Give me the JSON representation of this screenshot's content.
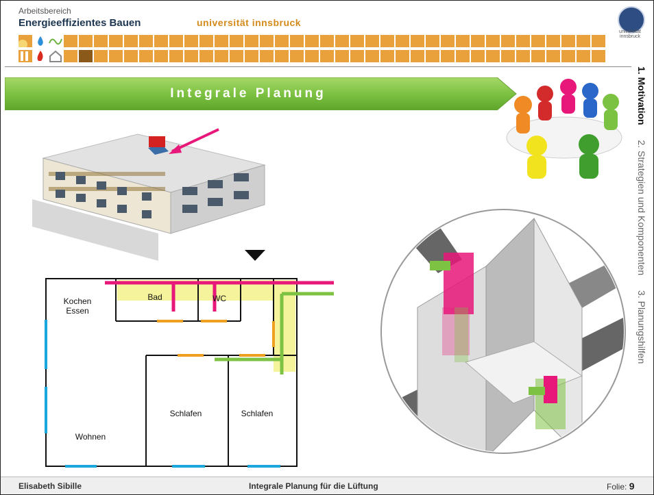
{
  "header": {
    "dept_line": "Arbeitsbereich",
    "dept_name": "Energieeffizientes Bauen",
    "university": "universität innsbruck",
    "seal_caption": "universität innsbruck",
    "accent_color": "#e9a23b"
  },
  "banner": {
    "title": "Integrale Planung",
    "color": "#7dc242"
  },
  "sidebar": {
    "items": [
      {
        "label": "1. Motivation",
        "active": true
      },
      {
        "label": "2. Strategien und Komponenten",
        "active": false
      },
      {
        "label": "3. Planungshilfen",
        "active": false
      }
    ]
  },
  "floorplan": {
    "rooms": [
      "Kochen\nEssen",
      "Bad",
      "WC",
      "Schlafen",
      "Schlafen",
      "Wohnen"
    ],
    "colors": {
      "exhaust": "#e8177a",
      "supply": "#7dc242",
      "window": "#1aa7dd",
      "door": "#f0a020",
      "shaft": "#f5f39b"
    }
  },
  "footer": {
    "author": "Elisabeth Sibille",
    "title": "Integrale Planung für die Lüftung",
    "slide_label": "Folie:",
    "slide_number": "9"
  }
}
